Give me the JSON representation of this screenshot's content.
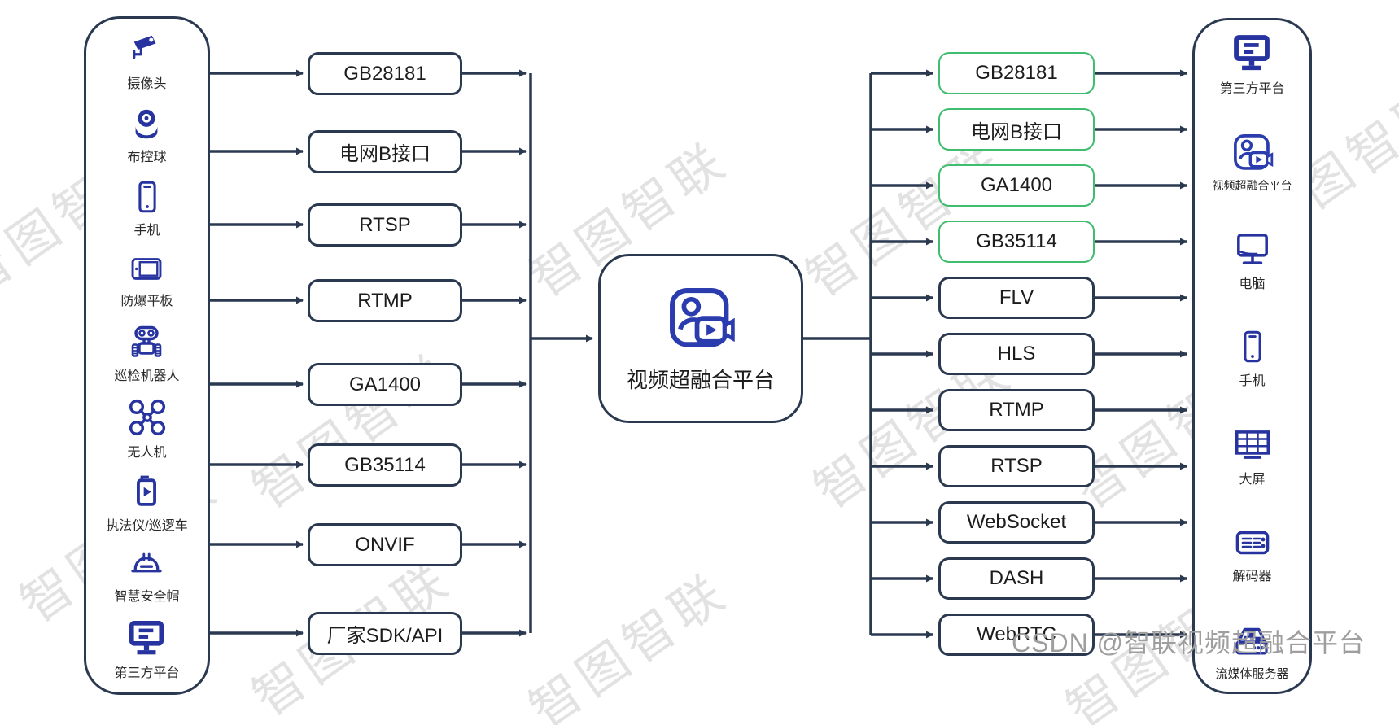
{
  "diagram": {
    "watermark_text": "智图智联",
    "csdn_watermark": "CSDN @智联视频超融合平台",
    "colors": {
      "line": "#2a3950",
      "icon_blue": "#27339e",
      "platform_icon_blue": "#2b3cae",
      "green_border": "#41bd70",
      "box_text": "#1c1c1c",
      "label_text": "#2b2b2b",
      "watermark_gray": "#dadada",
      "csdn_gray": "#9e9e9e"
    },
    "sources": {
      "items": [
        {
          "label": "摄像头",
          "icon": "cctv-camera-icon"
        },
        {
          "label": "布控球",
          "icon": "ptz-dome-icon"
        },
        {
          "label": "手机",
          "icon": "smartphone-icon"
        },
        {
          "label": "防爆平板",
          "icon": "tablet-icon"
        },
        {
          "label": "巡检机器人",
          "icon": "robot-icon"
        },
        {
          "label": "无人机",
          "icon": "drone-icon"
        },
        {
          "label": "执法仪/巡逻车",
          "icon": "bodycam-icon"
        },
        {
          "label": "智慧安全帽",
          "icon": "helmet-icon"
        },
        {
          "label": "第三方平台",
          "icon": "monitor-icon"
        }
      ]
    },
    "ingest_protocols": {
      "items": [
        {
          "label": "GB28181"
        },
        {
          "label": "电网B接口"
        },
        {
          "label": "RTSP"
        },
        {
          "label": "RTMP"
        },
        {
          "label": "GA1400"
        },
        {
          "label": "GB35114"
        },
        {
          "label": "ONVIF"
        },
        {
          "label": "厂家SDK/API"
        }
      ]
    },
    "platform": {
      "label": "视频超融合平台",
      "icon": "video-platform-icon"
    },
    "output_protocols": {
      "items": [
        {
          "label": "GB28181",
          "style": "green"
        },
        {
          "label": "电网B接口",
          "style": "green"
        },
        {
          "label": "GA1400",
          "style": "green"
        },
        {
          "label": "GB35114",
          "style": "green"
        },
        {
          "label": "FLV",
          "style": "dark"
        },
        {
          "label": "HLS",
          "style": "dark"
        },
        {
          "label": "RTMP",
          "style": "dark"
        },
        {
          "label": "RTSP",
          "style": "dark"
        },
        {
          "label": "WebSocket",
          "style": "dark"
        },
        {
          "label": "DASH",
          "style": "dark"
        },
        {
          "label": "WebRTC",
          "style": "dark"
        }
      ]
    },
    "destinations": {
      "items": [
        {
          "label": "第三方平台",
          "icon": "monitor-icon"
        },
        {
          "label": "视频超融合平台",
          "icon": "video-platform-icon"
        },
        {
          "label": "电脑",
          "icon": "computer-icon"
        },
        {
          "label": "手机",
          "icon": "smartphone-icon"
        },
        {
          "label": "大屏",
          "icon": "bigscreen-icon"
        },
        {
          "label": "解码器",
          "icon": "decoder-icon"
        },
        {
          "label": "流媒体服务器",
          "icon": "server-icon"
        }
      ]
    }
  }
}
